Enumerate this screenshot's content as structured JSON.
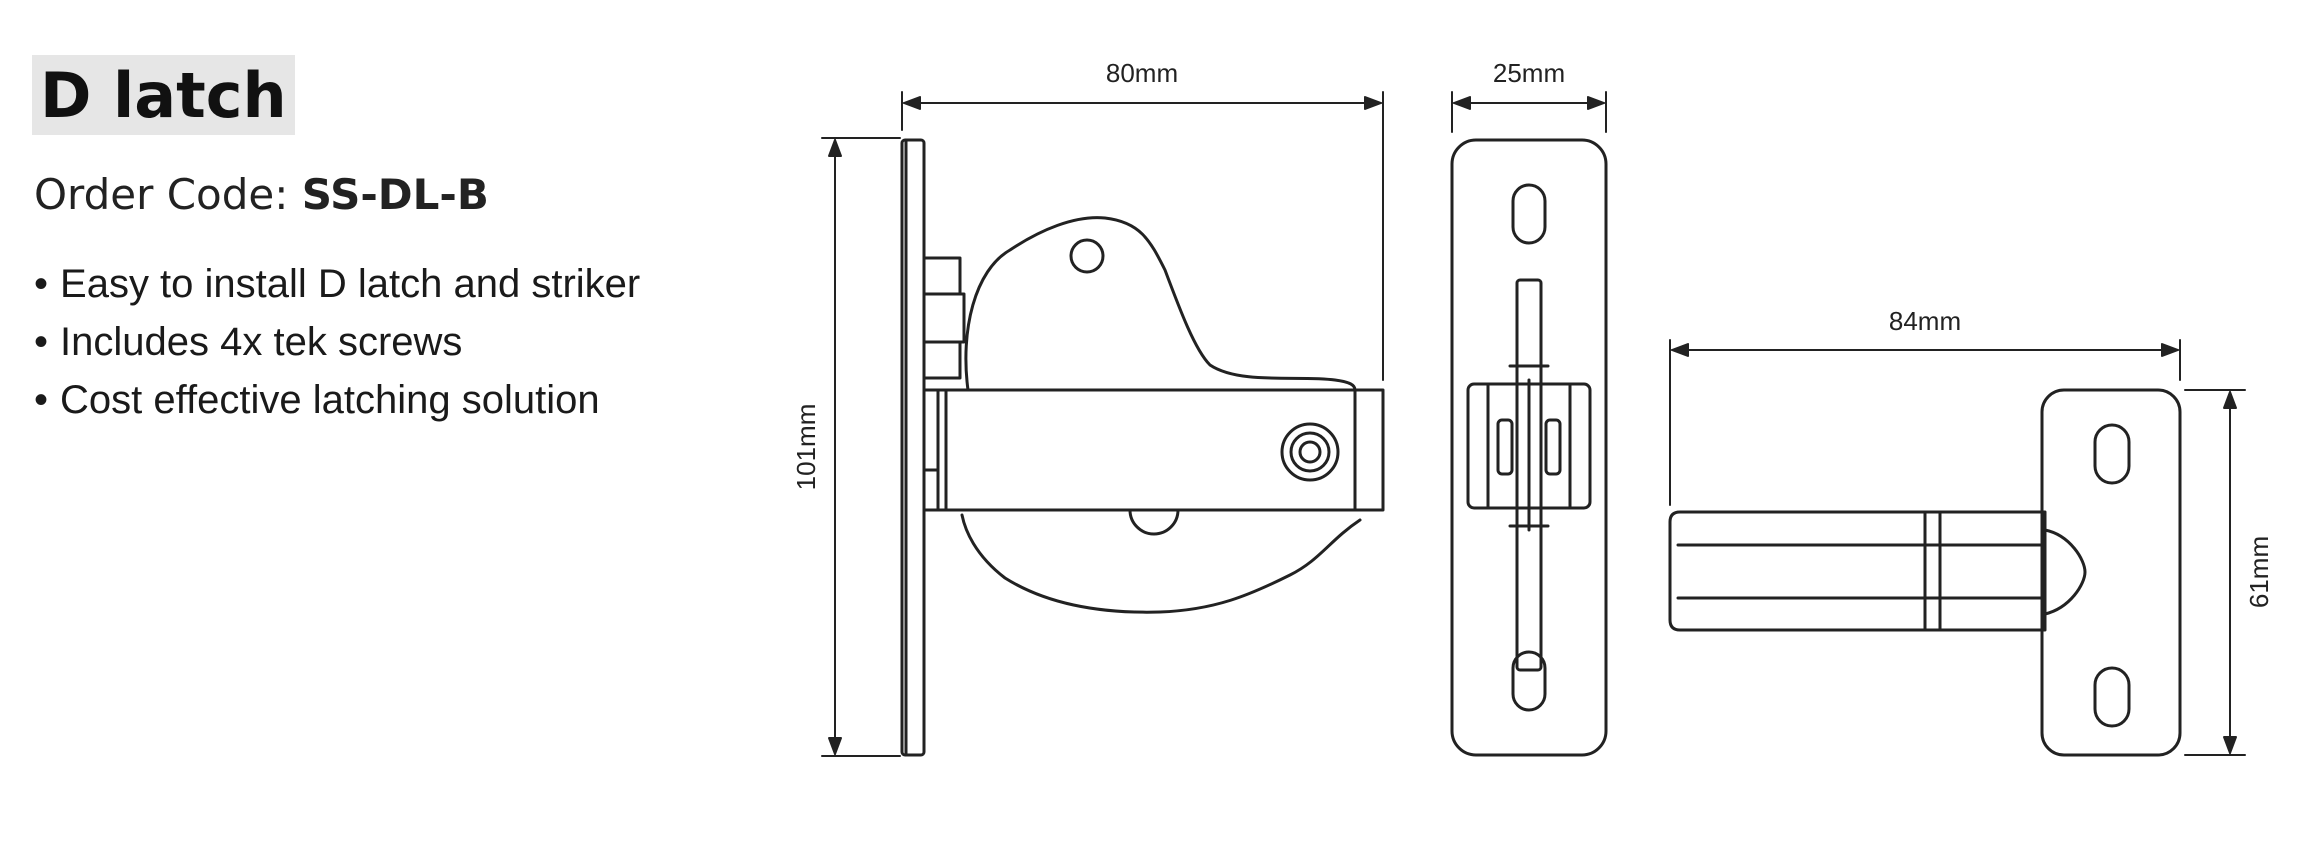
{
  "title": "D latch",
  "order": {
    "label": "Order Code:",
    "code": "SS-DL-B"
  },
  "features": [
    "Easy to install D latch and striker",
    "Includes 4x tek screws",
    "Cost effective latching solution"
  ],
  "dimensions": {
    "latch_width": "80mm",
    "latch_height": "101mm",
    "plate_width": "25mm",
    "striker_length": "84mm",
    "striker_height": "61mm"
  },
  "colors": {
    "line": "#222222",
    "title_bg": "#e6e6e6"
  }
}
